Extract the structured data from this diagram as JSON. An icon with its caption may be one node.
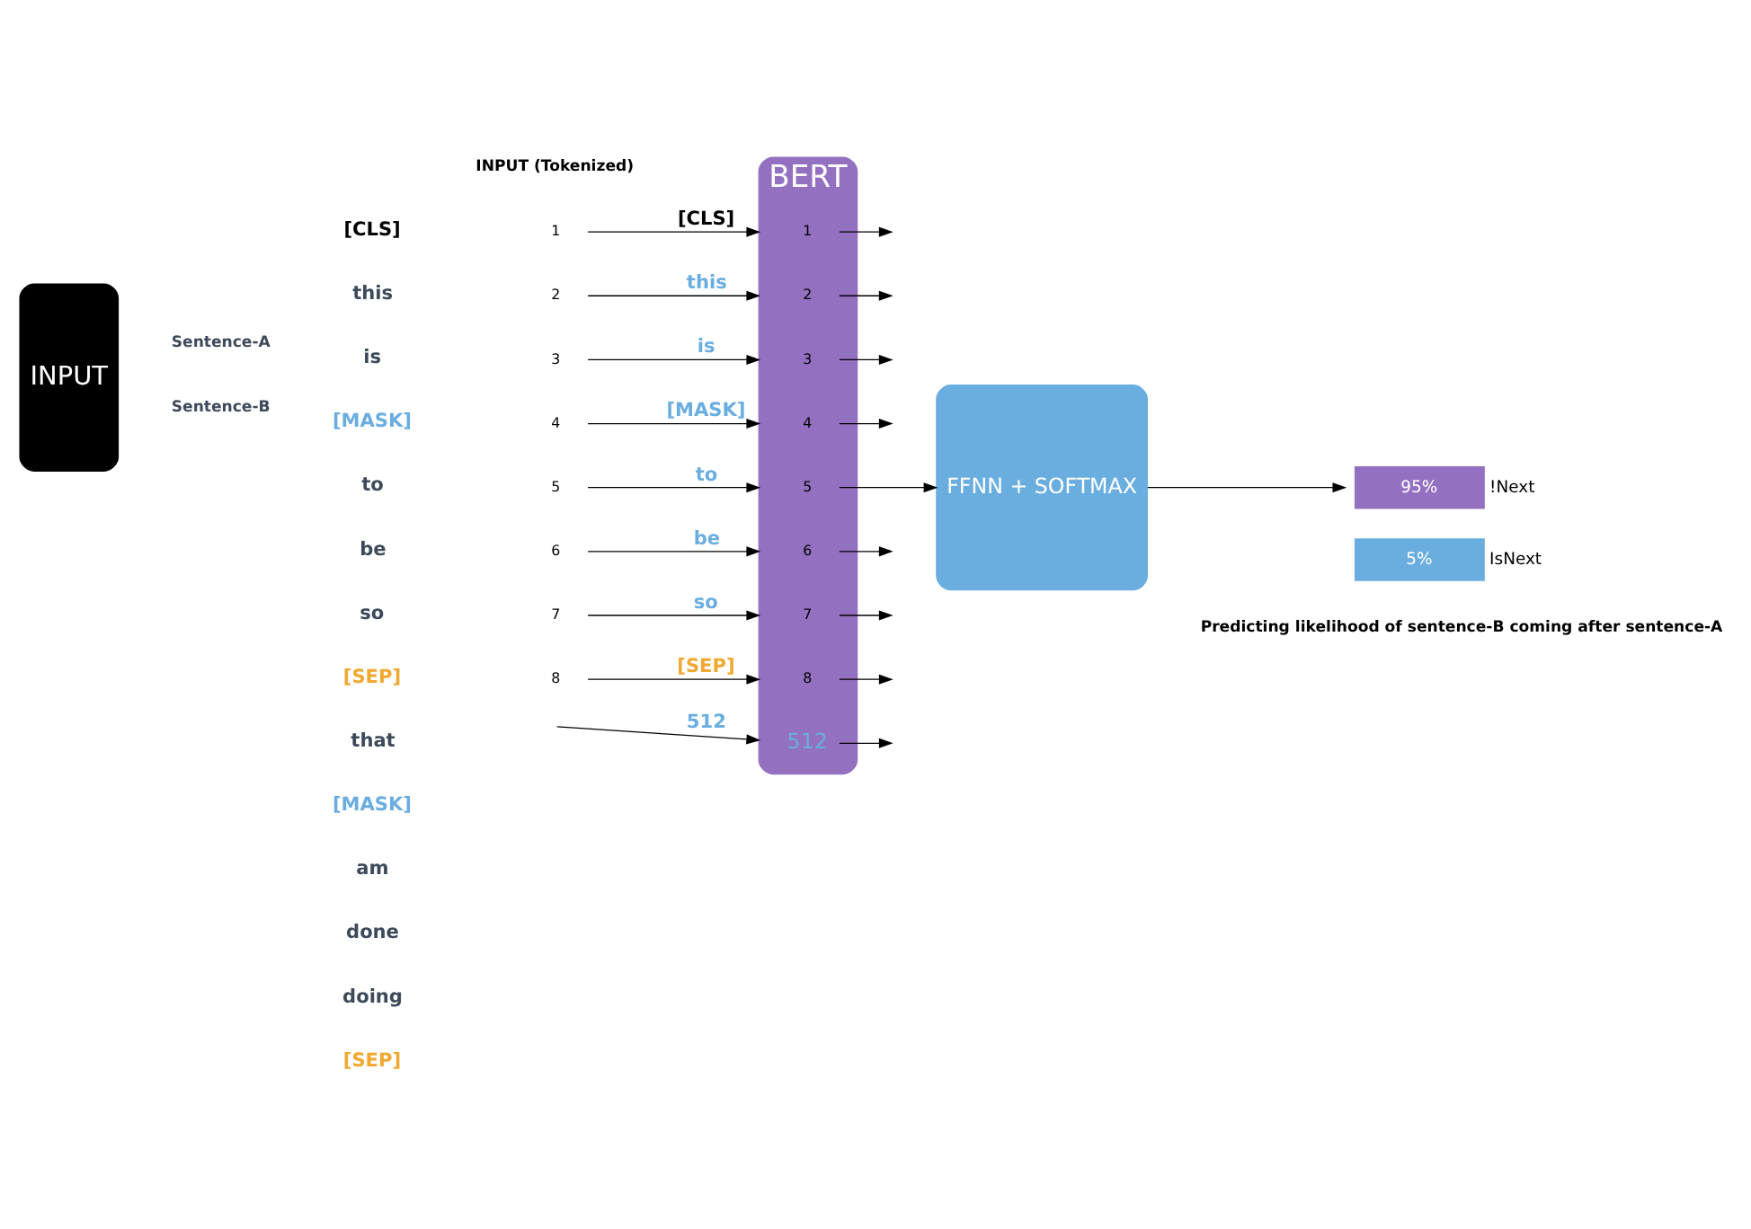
{
  "diagram": {
    "nodes": [
      {
        "text": [
          "INPUT"
        ]
      },
      {
        "text": [
          "1"
        ]
      },
      {
        "text": [
          "2"
        ]
      },
      {
        "text": [
          "3"
        ]
      },
      {
        "text": [
          "4"
        ]
      },
      {
        "text": [
          "5"
        ]
      },
      {
        "text": [
          "6"
        ]
      },
      {
        "text": [
          "7"
        ]
      },
      {
        "text": [
          "8"
        ]
      },
      {
        "text": [
          "BERT"
        ]
      },
      {
        "text": [
          "1"
        ],
        "in": 9
      },
      {
        "text": [
          "2"
        ],
        "in": 9
      },
      {
        "text": [
          "3"
        ],
        "in": 9
      },
      {
        "text": [
          "4"
        ],
        "in": 9
      },
      {
        "text": [
          "5"
        ],
        "in": 9
      },
      {
        "text": [
          "6"
        ],
        "in": 9
      },
      {
        "text": [
          "7"
        ],
        "in": 9
      },
      {
        "text": [
          "8"
        ],
        "in": 9
      },
      {
        "text": [
          "512"
        ],
        "in": 9
      },
      {
        "text": [
          "FFNN + SOFTMAX"
        ]
      },
      {
        "text": [
          "95%"
        ],
        "beside": [
          "!Next"
        ]
      },
      {
        "text": [
          "5%"
        ],
        "beside": [
          "IsNext"
        ]
      }
    ],
    "edges": [
      {
        "from": 1,
        "to": 9,
        "arrow": "to",
        "label": "[CLS]"
      },
      {
        "from": 2,
        "to": 9,
        "arrow": "to",
        "label": "this"
      },
      {
        "from": 3,
        "to": 9,
        "arrow": "to",
        "label": "is"
      },
      {
        "from": 4,
        "to": 9,
        "arrow": "to",
        "label": "[MASK]"
      },
      {
        "from": 5,
        "to": 9,
        "arrow": "to",
        "label": "to"
      },
      {
        "from": 6,
        "to": 9,
        "arrow": "to",
        "label": "be"
      },
      {
        "from": 7,
        "to": 9,
        "arrow": "to",
        "label": "so"
      },
      {
        "from": 8,
        "to": 9,
        "arrow": "to",
        "label": "[SEP]"
      },
      {
        "from": null,
        "to": 9,
        "arrow": "to",
        "label": "512"
      },
      {
        "from": 10,
        "to": null,
        "arrow": "to"
      },
      {
        "from": 11,
        "to": null,
        "arrow": "to"
      },
      {
        "from": 12,
        "to": null,
        "arrow": "to"
      },
      {
        "from": 13,
        "to": null,
        "arrow": "to"
      },
      {
        "from": 14,
        "to": 19,
        "arrow": "to"
      },
      {
        "from": 15,
        "to": null,
        "arrow": "to"
      },
      {
        "from": 16,
        "to": null,
        "arrow": "to"
      },
      {
        "from": 17,
        "to": null,
        "arrow": "to"
      },
      {
        "from": 18,
        "to": null,
        "arrow": "to"
      },
      {
        "from": 19,
        "to": 20,
        "arrow": "to"
      }
    ],
    "labels": [
      "INPUT (Tokenized)",
      "[CLS]",
      "this",
      "is",
      "[MASK]",
      "to",
      "be",
      "so",
      "[SEP]",
      "that",
      "[MASK]",
      "am",
      "done",
      "doing",
      "[SEP]",
      "Sentence-A",
      "Sentence-B",
      "Predicting likelihood of sentence-B coming after sentence-A"
    ]
  }
}
